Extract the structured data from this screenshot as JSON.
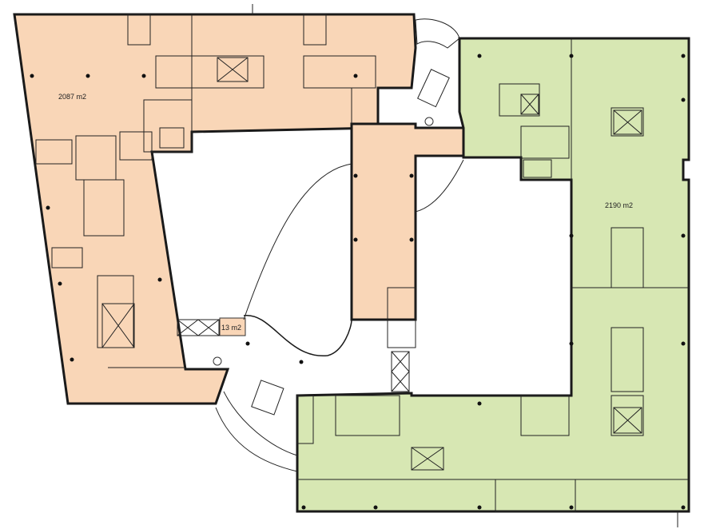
{
  "plan": {
    "west_wing_area": "2087 m2",
    "east_wing_area": "2190 m2",
    "small_room_area": "13 m2"
  },
  "colors": {
    "west_wing_fill": "#f9d6b7",
    "east_wing_fill": "#d7e7b3",
    "walls": "#1a1a1a"
  }
}
